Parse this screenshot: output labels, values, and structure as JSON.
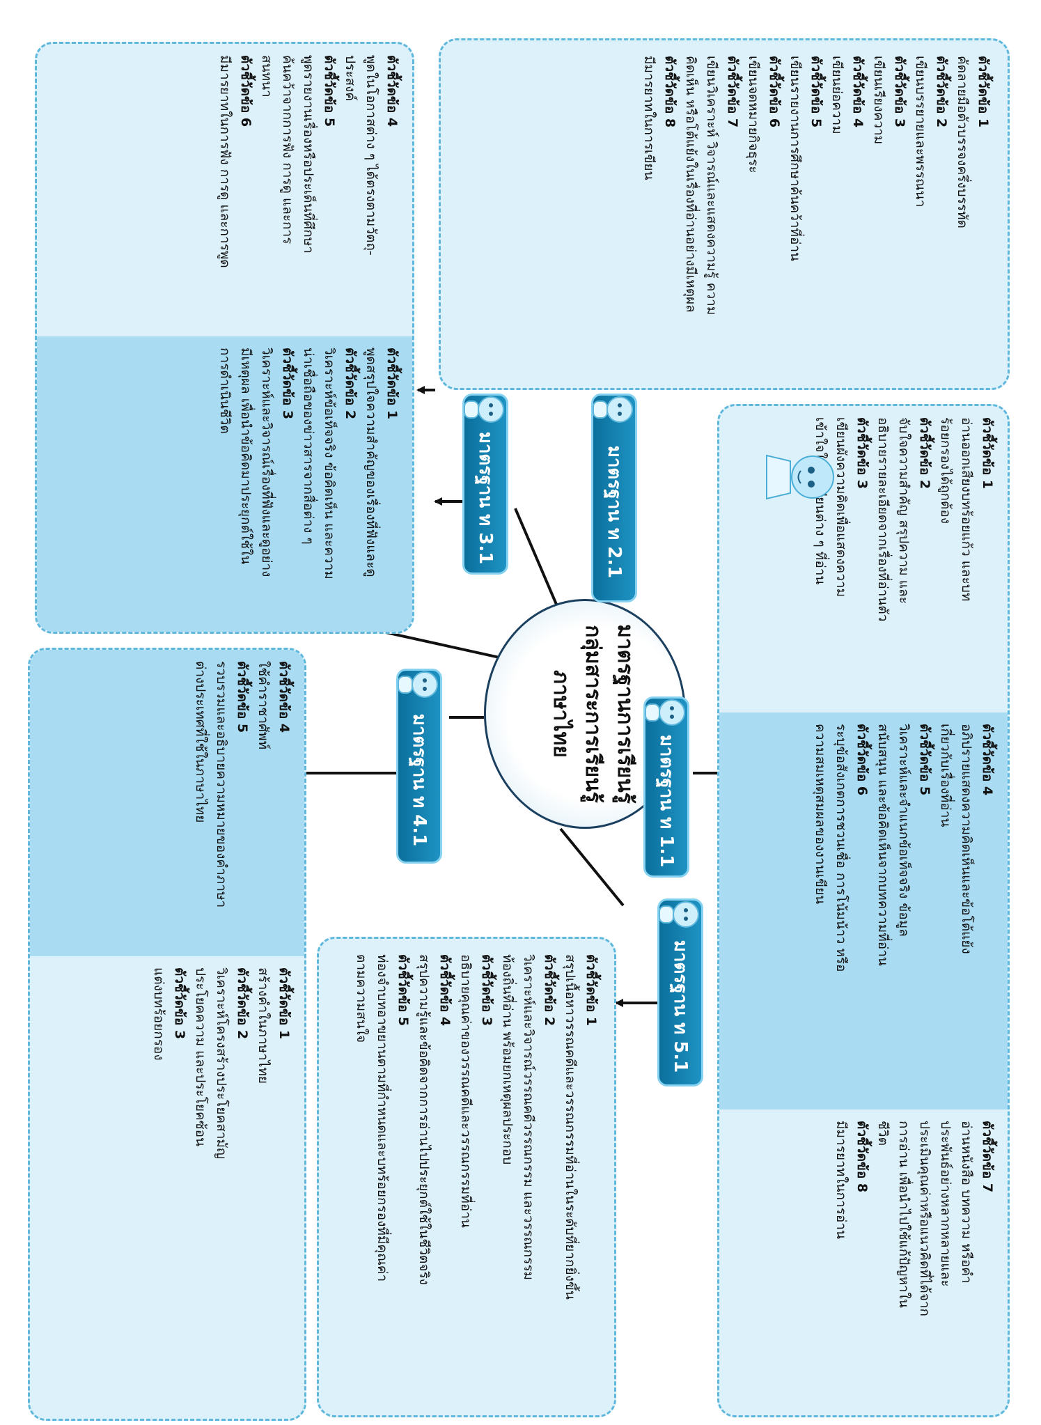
{
  "center": {
    "line1": "มาตรฐานการเรียนรู้",
    "line2": "กลุ่มสาระการเรียนรู้",
    "line3": "ภาษาไทย"
  },
  "standards": {
    "s11": "มาตรฐาน ท 1.1",
    "s21": "มาตรฐาน ท 2.1",
    "s31": "มาตรฐาน ท 3.1",
    "s41": "มาตรฐาน ท 4.1",
    "s51": "มาตรฐาน ท 5.1"
  },
  "box11": {
    "c1": [
      {
        "h": "ตัวชี้วัดข้อ 1",
        "t": [
          "อ่านออกเสียงบทร้อยแก้ว และบท",
          "ร้อยกรองได้ถูกต้อง"
        ]
      },
      {
        "h": "ตัวชี้วัดข้อ 2",
        "t": [
          "จับใจความสำคัญ สรุปความ และ",
          "อธิบายรายละเอียดจากเรื่องที่อ่านตัว"
        ]
      },
      {
        "h": "ตัวชี้วัดข้อ 3",
        "t": [
          "เขียนผังความคิดเพื่อแสดงความ",
          "เข้าใจในบทเรียนต่าง ๆ ที่อ่าน"
        ]
      }
    ],
    "c2": [
      {
        "h": "ตัวชี้วัดข้อ 4",
        "t": [
          "อภิปรายแสดงความคิดเห็นและข้อโต้แย้ง",
          "เกี่ยวกับเรื่องที่อ่าน"
        ]
      },
      {
        "h": "ตัวชี้วัดข้อ 5",
        "t": [
          "วิเคราะห์และจำแนกข้อเท็จจริง ข้อมูล",
          "สนับสนุน และข้อคิดเห็นจากบทความที่อ่าน"
        ]
      },
      {
        "h": "ตัวชี้วัดข้อ 6",
        "t": [
          "ระบุข้อสังเกตการชวนเชื่อ การโน้มน้าว หรือ",
          "ความสมเหตุสมผลของงานเขียน"
        ]
      }
    ],
    "c3": [
      {
        "h": "ตัวชี้วัดข้อ 7",
        "t": [
          "อ่านหนังสือ บทความ หรือคำ",
          "ประพันธ์อย่างหลากหลายและ",
          "ประเมินคุณค่าหรือแนวคิดที่ได้จาก",
          "การอ่าน เพื่อนำไปใช้แก้ปัญหาใน",
          "ชีวิต"
        ]
      },
      {
        "h": "ตัวชี้วัดข้อ 8",
        "t": [
          "มีมารยาทในการอ่าน"
        ]
      }
    ]
  },
  "box21": [
    {
      "h": "ตัวชี้วัดข้อ 1",
      "t": [
        "คัดลายมือตัวบรรจงครึ่งบรรทัด"
      ]
    },
    {
      "h": "ตัวชี้วัดข้อ 2",
      "t": [
        "เขียนบรรยายและพรรณนา"
      ]
    },
    {
      "h": "ตัวชี้วัดข้อ 3",
      "t": [
        "เขียนเรียงความ"
      ]
    },
    {
      "h": "ตัวชี้วัดข้อ 4",
      "t": [
        "เขียนย่อความ"
      ]
    },
    {
      "h": "ตัวชี้วัดข้อ 5",
      "t": [
        "เขียนรายงานการศึกษาค้นคว้าที่อ่าน"
      ]
    },
    {
      "h": "ตัวชี้วัดข้อ 6",
      "t": [
        "เขียนจดหมายกิจธุระ"
      ]
    },
    {
      "h": "ตัวชี้วัดข้อ 7",
      "t": [
        "เขียนวิเคราะห์ วิจารณ์และแสดงความรู้ ความ",
        "คิดเห็น หรือโต้แย้งในเรื่องที่อ่านอย่างมีเหตุผล"
      ]
    },
    {
      "h": "ตัวชี้วัดข้อ 8",
      "t": [
        "มีมารยาทในการเขียน"
      ]
    }
  ],
  "box31": {
    "c1": [
      {
        "h": "ตัวชี้วัดข้อ 1",
        "t": [
          "พูดสรุปใจความสำคัญของเรื่องที่ฟังและดู"
        ]
      },
      {
        "h": "ตัวชี้วัดข้อ 2",
        "t": [
          "วิเคราะห์ข้อเท็จจริง ข้อคิดเห็น และความ",
          "น่าเชื่อถือของข่าวสารจากสื่อต่าง ๆ"
        ]
      },
      {
        "h": "ตัวชี้วัดข้อ 3",
        "t": [
          "วิเคราะห์และวิจารณ์เรื่องที่ฟังและดูอย่าง",
          "มีเหตุผล เพื่อนำข้อคิดมาประยุกต์ใช้ใน",
          "การดำเนินชีวิต"
        ]
      }
    ],
    "c2": [
      {
        "h": "ตัวชี้วัดข้อ 4",
        "t": [
          "พูดในโอกาสต่าง ๆ ได้ตรงตามวัตถุ-",
          "ประสงค์"
        ]
      },
      {
        "h": "ตัวชี้วัดข้อ 5",
        "t": [
          "พูดรายงานเรื่องหรือประเด็นที่ศึกษา",
          "ค้นคว้าจากการฟัง การดู และการ",
          "สนทนา"
        ]
      },
      {
        "h": "ตัวชี้วัดข้อ 6",
        "t": [
          "มีมารยาทในการฟัง การดู และการพูด"
        ]
      }
    ]
  },
  "box41": {
    "c1": [
      {
        "h": "ตัวชี้วัดข้อ 1",
        "t": [
          "สร้างคำในภาษาไทย"
        ]
      },
      {
        "h": "ตัวชี้วัดข้อ 2",
        "t": [
          "วิเคราะห์โครงสร้างประโยคสามัญ",
          "ประโยคความ และประโยคซ้อน"
        ]
      },
      {
        "h": "ตัวชี้วัดข้อ 3",
        "t": [
          "แต่งบทร้อยกรอง"
        ]
      }
    ],
    "c2": [
      {
        "h": "ตัวชี้วัดข้อ 4",
        "t": [
          "ใช้คำราชาศัพท์"
        ]
      },
      {
        "h": "ตัวชี้วัดข้อ 5",
        "t": [
          "รวบรวมและอธิบายความหมายของคำภาษา",
          "ต่างประเทศที่ใช้ในภาษาไทย"
        ]
      }
    ]
  },
  "box51": [
    {
      "h": "ตัวชี้วัดข้อ 1",
      "t": [
        "สรุปเนื้อหาวรรณคดีและวรรณกรรมที่อ่านในระดับที่ยากยิ่งขึ้น"
      ]
    },
    {
      "h": "ตัวชี้วัดข้อ 2",
      "t": [
        "วิเคราะห์และวิจารณ์วรรณคดีวรรณกรรม และวรรณกรรม",
        "ท้องถิ่นที่อ่าน พร้อมยกเหตุผลประกอบ"
      ]
    },
    {
      "h": "ตัวชี้วัดข้อ 3",
      "t": [
        "อธิบายคุณค่าของวรรณคดีและวรรณกรรมที่อ่าน"
      ]
    },
    {
      "h": "ตัวชี้วัดข้อ 4",
      "t": [
        "สรุปความรู้และข้อคิดจากการอ่านไปประยุกต์ใช้ในชีวิตจริง"
      ]
    },
    {
      "h": "ตัวชี้วัดข้อ 5",
      "t": [
        "ท่องจำบทอาขยานตามที่กำหนดและบทร้อยกรองที่มีคุณค่า",
        "ตามความสนใจ"
      ]
    }
  ],
  "colors": {
    "pill": "#0b6f9c",
    "box": "#ddf1fb",
    "box_dark": "#a9dcf3",
    "border": "#5fb8dc"
  }
}
